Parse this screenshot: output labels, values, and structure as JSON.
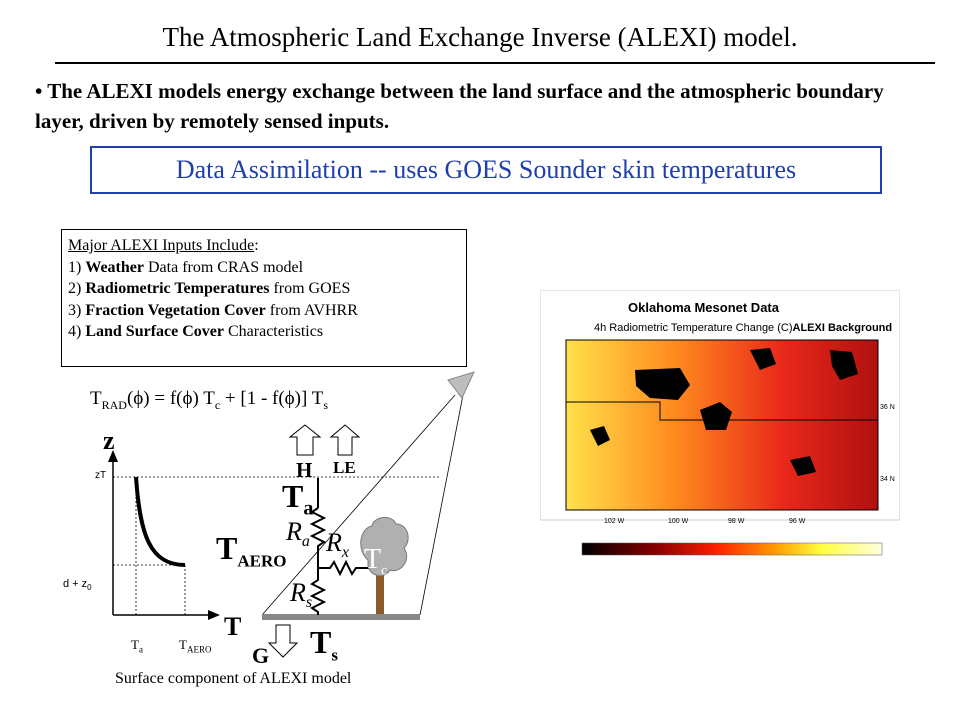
{
  "slide": {
    "title": "The Atmospheric  Land Exchange Inverse (ALEXI) model.",
    "bullet": "• The ALEXI models energy exchange between the land surface and the atmospheric boundary layer, driven by remotely sensed inputs.",
    "data_assimilation": "Data Assimilation -- uses GOES Sounder skin temperatures",
    "caption": "Surface component of ALEXI model"
  },
  "inputs": {
    "header": "Major ALEXI  Inputs Include",
    "header_suffix": ":",
    "items": [
      {
        "num": "1)",
        "bold": "Weather",
        "rest": " Data from CRAS model"
      },
      {
        "num": "2)",
        "bold": "Radiometric Temperatures",
        "rest": " from GOES"
      },
      {
        "num": "3)",
        "bold": "Fraction Vegetation Cover",
        "rest": " from AVHRR"
      },
      {
        "num": "4)",
        "bold": "Land Surface Cover",
        "rest": " Characteristics"
      }
    ]
  },
  "equation": {
    "lhs": "T",
    "lhs_sub": "RAD",
    "phi_open": "(ϕ) = f(ϕ) T",
    "c_sub": "c",
    "mid": " + [1 - f(ϕ)] T",
    "s_sub": "s"
  },
  "profile": {
    "z_label": "z",
    "zT_label": "zT",
    "d_z0_label": "d + z",
    "d_z0_sub": "0",
    "T_label": "T",
    "Ta_label": "T",
    "Ta_sub": "a",
    "Taero_label": "T",
    "Taero_sub": "AERO"
  },
  "fluxes": {
    "H": "H",
    "LE": "LE",
    "G": "G",
    "Ta": "T",
    "Ta_sub": "a",
    "Taero": "T",
    "Taero_sub": "AERO",
    "Ts": "T",
    "Ts_sub": "s",
    "R_upper": "R",
    "R_upper_sub": "a",
    "R_lower": "R",
    "R_lower_sub": "s",
    "R_x": "R",
    "R_x_sub": "x",
    "Tc": "T",
    "Tc_sub": "c"
  },
  "map": {
    "title": "Oklahoma Mesonet Data",
    "subtitle": "4h Radiometric Temperature Change (C)",
    "subtitle_bold": "ALEXI Background",
    "lon_labels": [
      "102 W",
      "100 W",
      "98 W",
      "96 W"
    ],
    "lat_labels": [
      "36 N",
      "34 N"
    ]
  },
  "colors": {
    "accent_blue": "#1f3fae",
    "tree_trunk": "#8b5a2b",
    "ground": "#888888"
  }
}
